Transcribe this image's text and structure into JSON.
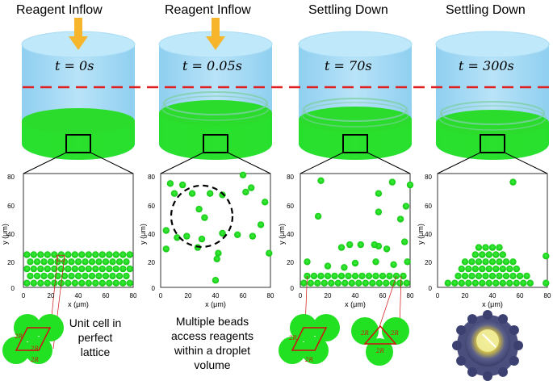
{
  "panels": [
    {
      "title": "Reagent Inflow",
      "time": "t = 0s",
      "arrow": true
    },
    {
      "title": "Reagent Inflow",
      "time": "t = 0.05s",
      "arrow": true
    },
    {
      "title": "Settling Down",
      "time": "t = 70s",
      "arrow": false
    },
    {
      "title": "Settling Down",
      "time": "t = 300s",
      "arrow": false
    }
  ],
  "plots": [
    {
      "y_ticks": [
        "0",
        "20",
        "40",
        "60",
        "80"
      ],
      "x_ticks": [
        "0",
        "20",
        "40",
        "60",
        "80"
      ],
      "ylabel": "y (μm)",
      "xlabel": "x (μm)"
    },
    {
      "y_ticks": [
        "0",
        "20",
        "40",
        "60",
        "80"
      ],
      "x_ticks": [
        "0",
        "20",
        "40",
        "60",
        "80"
      ],
      "ylabel": "y (μm)",
      "xlabel": "x (μm)"
    },
    {
      "y_ticks": [
        "0",
        "20",
        "40",
        "60",
        "80"
      ],
      "x_ticks": [
        "0",
        "20",
        "40",
        "60",
        "80"
      ],
      "ylabel": "y (μm)",
      "xlabel": "x (μm)"
    },
    {
      "y_ticks": [
        "0",
        "20",
        "40",
        "60",
        "80"
      ],
      "x_ticks": [
        "0",
        "20",
        "40",
        "60",
        "80"
      ],
      "ylabel": "y (μm)",
      "xlabel": "x (μm)"
    }
  ],
  "captions": {
    "unit_cell": [
      "Unit cell in",
      "perfect",
      "lattice"
    ],
    "multiple_beads": [
      "Multiple beads",
      "access reagents",
      "within a droplet",
      "volume"
    ]
  },
  "labels": {
    "two_r": "2R",
    "two_r_b": "2Rₙ"
  },
  "colors": {
    "bead": "#22e022",
    "bead_edge": "#15b515",
    "cylinder": "#9cd8f5",
    "cylinder_top": "#bfe8fb",
    "arrow": "#f7b52c",
    "dashed_line": "#e02020",
    "lattice": "#d01010"
  },
  "icons": [
    "down-arrow-icon",
    "dashed-circle-icon",
    "device-photo-icon"
  ]
}
